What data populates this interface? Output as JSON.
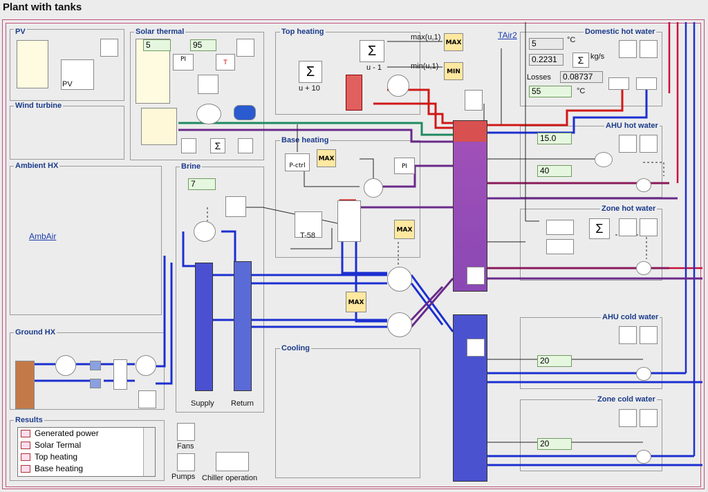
{
  "title": "Plant with tanks",
  "panels": {
    "pv": "PV",
    "solar_thermal": "Solar thermal",
    "top_heating": "Top heating",
    "domestic_hot_water": "Domestic hot water",
    "wind_turbine": "Wind turbine",
    "ambient_hx": "Ambient HX",
    "brine": "Brine",
    "base_heating": "Base heating",
    "ahu_hot_water": "AHU hot water",
    "zone_hot_water": "Zone hot water",
    "ground_hx": "Ground HX",
    "cooling": "Cooling",
    "ahu_cold_water": "AHU cold water",
    "zone_cold_water": "Zone cold water",
    "results": "Results"
  },
  "solar": {
    "value1": "5",
    "value2": "95",
    "pv_label": "PV",
    "pi": "PI",
    "t": "T"
  },
  "top": {
    "max_label": "max(u,1)",
    "min_label": "min(u,1)",
    "u_minus": "u - 1",
    "u_plus": "u + 10",
    "max_btn": "MAX",
    "min_btn": "MIN",
    "sigma": "Σ"
  },
  "tair": "TAir2",
  "dhw": {
    "value1": "5",
    "unit1": "°C",
    "value2": "0.2231",
    "unit2": "kg/s",
    "losses_label": "Losses",
    "losses_value": "0.08737",
    "value3": "55",
    "unit3": "°C"
  },
  "ahu_hot": {
    "value1": "15.0",
    "value2": "40"
  },
  "brine": {
    "value1": "7",
    "supply": "Supply",
    "return": "Return"
  },
  "base": {
    "pctrl": "P-ctrl",
    "max1": "MAX",
    "max2": "MAX",
    "pi": "PI",
    "curve_label": "T-58"
  },
  "ambient": {
    "link": "AmbAir"
  },
  "cooling": {
    "max": "MAX"
  },
  "ahu_cold": {
    "value": "20"
  },
  "zone_cold": {
    "value": "20"
  },
  "results": {
    "items": [
      "Generated power",
      "Solar Termal",
      "Top heating",
      "Base heating"
    ]
  },
  "bottom": {
    "fans": "Fans",
    "pumps": "Pumps",
    "chiller": "Chiller operation"
  },
  "colors": {
    "hot_red": "#d01818",
    "hot_purple": "#7a2a8a",
    "cold_blue": "#1c2fd0",
    "green": "#1f8a60",
    "frame": "#c0507a"
  }
}
